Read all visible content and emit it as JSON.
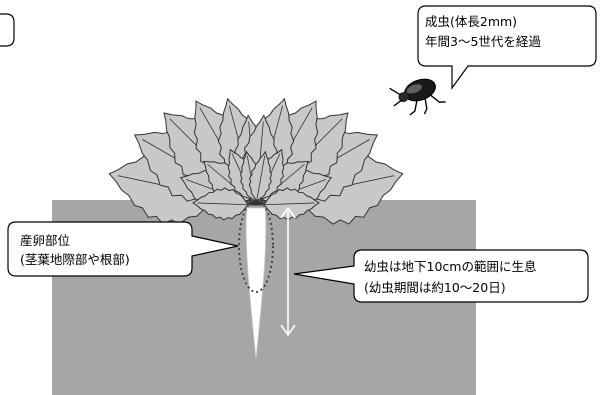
{
  "callouts": {
    "adult_line1": "成虫(体長2mm)",
    "adult_line2": "年間3〜5世代を経過",
    "eggs_line1": "産卵部位",
    "eggs_line2": "(茎葉地際部や根部)",
    "larva_line1": "幼虫は地下10cmの範囲に生息",
    "larva_line2": "(幼虫期間は約10〜20日)"
  },
  "colors": {
    "soil": "#a6a6a6",
    "leaf_fill": "#c8c8c8",
    "leaf_stroke": "#333333",
    "root": "#ffffff",
    "beetle_body": "#1a1a1a",
    "callout_fill": "#ffffff",
    "callout_stroke": "#000000"
  },
  "icons": {
    "insect": "beetle-icon",
    "plant": "radish-leaf-rosette"
  }
}
